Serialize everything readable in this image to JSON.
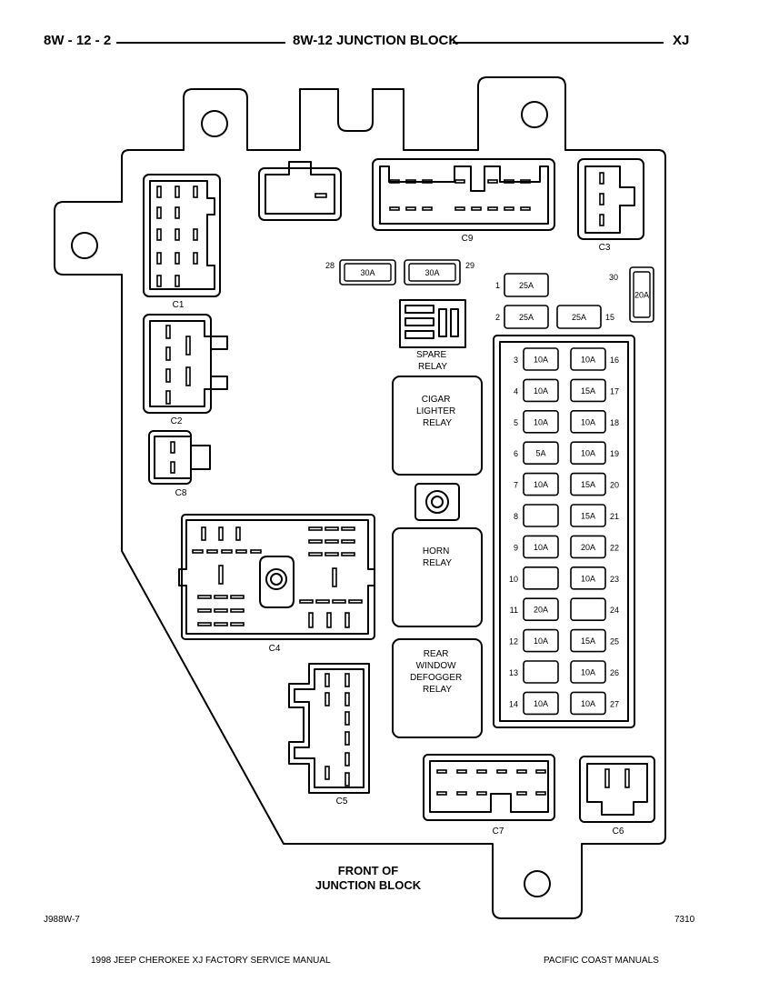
{
  "header": {
    "left": "8W - 12 - 2",
    "center": "8W-12 JUNCTION BLOCK",
    "right": "XJ"
  },
  "connectors": {
    "c1": "C1",
    "c2": "C2",
    "c3": "C3",
    "c4": "C4",
    "c5": "C5",
    "c6": "C6",
    "c7": "C7",
    "c8": "C8",
    "c9": "C9"
  },
  "relays": {
    "spare": [
      "SPARE",
      "RELAY"
    ],
    "cigar": [
      "CIGAR",
      "LIGHTER",
      "RELAY"
    ],
    "horn": [
      "HORN",
      "RELAY"
    ],
    "rear": [
      "REAR",
      "WINDOW",
      "DEFOGGER",
      "RELAY"
    ]
  },
  "fuses": [
    {
      "num": "28",
      "rating": "30A"
    },
    {
      "num": "29",
      "rating": "30A"
    },
    {
      "num": "30",
      "rating": "20A"
    },
    {
      "num": "1",
      "rating": "25A"
    },
    {
      "num": "2",
      "rating": "25A"
    },
    {
      "num": "15",
      "rating": "25A"
    },
    {
      "num": "3",
      "rating": "10A"
    },
    {
      "num": "4",
      "rating": "10A"
    },
    {
      "num": "5",
      "rating": "10A"
    },
    {
      "num": "6",
      "rating": "5A"
    },
    {
      "num": "7",
      "rating": "10A"
    },
    {
      "num": "8",
      "rating": ""
    },
    {
      "num": "9",
      "rating": "10A"
    },
    {
      "num": "10",
      "rating": ""
    },
    {
      "num": "11",
      "rating": "20A"
    },
    {
      "num": "12",
      "rating": "10A"
    },
    {
      "num": "13",
      "rating": ""
    },
    {
      "num": "14",
      "rating": "10A"
    },
    {
      "num": "16",
      "rating": "10A"
    },
    {
      "num": "17",
      "rating": "15A"
    },
    {
      "num": "18",
      "rating": "10A"
    },
    {
      "num": "19",
      "rating": "10A"
    },
    {
      "num": "20",
      "rating": "15A"
    },
    {
      "num": "21",
      "rating": "15A"
    },
    {
      "num": "22",
      "rating": "20A"
    },
    {
      "num": "23",
      "rating": "10A"
    },
    {
      "num": "24",
      "rating": ""
    },
    {
      "num": "25",
      "rating": "15A"
    },
    {
      "num": "26",
      "rating": "10A"
    },
    {
      "num": "27",
      "rating": "10A"
    }
  ],
  "front_label": [
    "FRONT OF",
    "JUNCTION BLOCK"
  ],
  "figure_id": "J988W-7",
  "figure_num": "7310",
  "footer": {
    "left": "1998 JEEP CHEROKEE XJ FACTORY SERVICE MANUAL",
    "right": "PACIFIC COAST MANUALS"
  }
}
